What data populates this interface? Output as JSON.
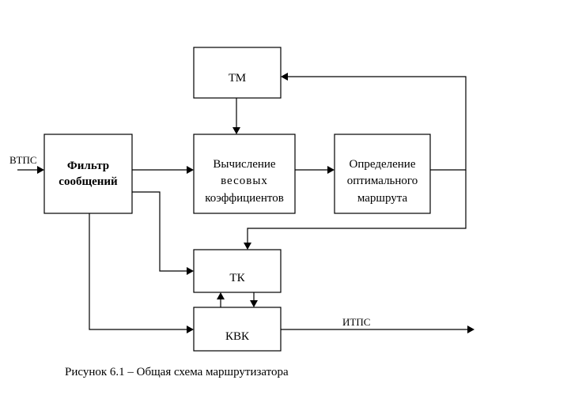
{
  "diagram": {
    "blocks": {
      "filter": {
        "lines": [
          "Фильтр",
          "сообщений"
        ]
      },
      "tm": {
        "lines": [
          "ТМ"
        ]
      },
      "weights": {
        "lines": [
          "Вычисление",
          "весовых",
          "коэффициентов"
        ]
      },
      "route": {
        "lines": [
          "Определение",
          "оптимального",
          "маршрута"
        ]
      },
      "tk": {
        "lines": [
          "ТК"
        ]
      },
      "kvk": {
        "lines": [
          "КВК"
        ]
      }
    },
    "signals": {
      "input": "ВТПС",
      "output": "ИТПС"
    },
    "connections": [
      {
        "from": "input",
        "to": "filter"
      },
      {
        "from": "filter",
        "to": "weights"
      },
      {
        "from": "filter",
        "to": "tk"
      },
      {
        "from": "filter",
        "to": "kvk"
      },
      {
        "from": "tm",
        "to": "weights"
      },
      {
        "from": "weights",
        "to": "route"
      },
      {
        "from": "route",
        "to": "tm"
      },
      {
        "from": "route",
        "to": "tk"
      },
      {
        "from": "tk",
        "to": "kvk"
      },
      {
        "from": "kvk",
        "to": "tk"
      },
      {
        "from": "kvk",
        "to": "output"
      }
    ],
    "caption": "Рисунок 6.1 – Общая схема маршрутизатора"
  }
}
